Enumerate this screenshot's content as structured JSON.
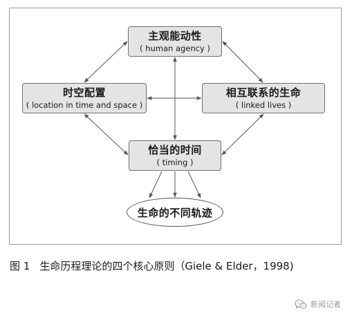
{
  "nodes": {
    "agency": {
      "zh": "主观能动性",
      "en": "( human agency )"
    },
    "location": {
      "zh": "时空配置",
      "en": "( location in time and space )"
    },
    "linked": {
      "zh": "相互联系的生命",
      "en": "( linked lives )"
    },
    "timing": {
      "zh": "恰当的时间",
      "en": "( timing )"
    },
    "outcome": {
      "zh": "生命的不同轨迹"
    }
  },
  "caption": {
    "number": "图 1",
    "text": "生命历程理论的四个核心原则（Giele & Elder，1998)"
  },
  "watermark": {
    "icon": "wechat-icon",
    "text": "新闻记者"
  },
  "colors": {
    "box_fill": "#e4e4e4",
    "box_border": "#6e6e6e",
    "arrow": "#555555",
    "frame": "#9a9a9a",
    "watermark": "#9a9a9a"
  }
}
